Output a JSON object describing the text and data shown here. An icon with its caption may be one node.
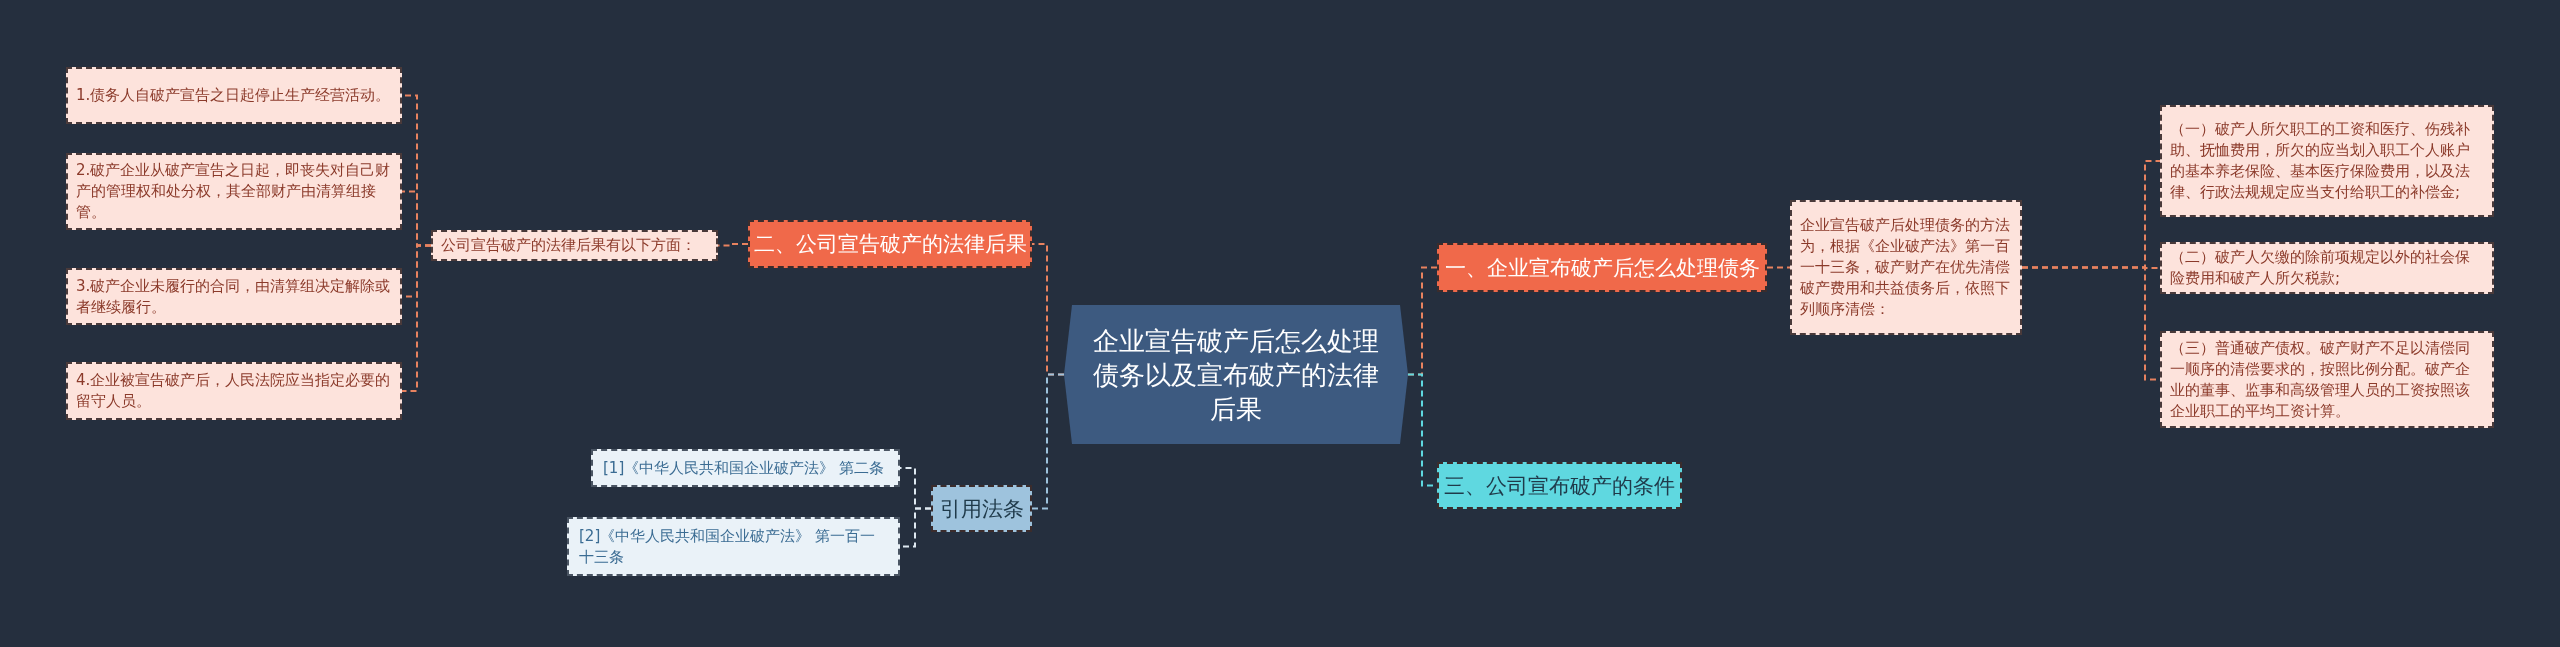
{
  "diagram": {
    "nodes": [
      {
        "text": [
          "企业宣告破产后怎么处理债务以及宣布破产的法律后果"
        ]
      },
      {
        "text": [
          "一、企业宣布破产后怎么处理债务"
        ]
      },
      {
        "text": [
          "企业宣告破产后处理债务的方法为，根据《企业破产法》第一百一十三条，破产财产在优先清偿破产费用和共益债务后，依照下列顺序清偿："
        ]
      },
      {
        "text": [
          "（一）破产人所欠职工的工资和医疗、伤残补助、抚恤费用，所欠的应当划入职工个人账户的基本养老保险、基本医疗保险费用，以及法律、行政法规规定应当支付给职工的补偿金;"
        ]
      },
      {
        "text": [
          "（二）破产人欠缴的除前项规定以外的社会保险费用和破产人所欠税款;"
        ]
      },
      {
        "text": [
          "（三）普通破产债权。破产财产不足以清偿同一顺序的清偿要求的，按照比例分配。破产企业的董事、监事和高级管理人员的工资按照该企业职工的平均工资计算。"
        ]
      },
      {
        "text": [
          "三、公司宣布破产的条件"
        ]
      },
      {
        "text": [
          "二、公司宣告破产的法律后果"
        ]
      },
      {
        "text": [
          "公司宣告破产的法律后果有以下方面："
        ]
      },
      {
        "text": [
          "1.债务人自破产宣告之日起停止生产经营活动。"
        ]
      },
      {
        "text": [
          "2.破产企业从破产宣告之日起，即丧失对自己财产的管理权和处分权，其全部财产由清算组接管。"
        ]
      },
      {
        "text": [
          "3.破产企业未履行的合同，由清算组决定解除或者继续履行。"
        ]
      },
      {
        "text": [
          "4.企业被宣告破产后，人民法院应当指定必要的留守人员。"
        ]
      },
      {
        "text": [
          "引用法条"
        ]
      },
      {
        "text": [
          "[1]《中华人民共和国企业破产法》 第二条"
        ]
      },
      {
        "text": [
          "[2]《中华人民共和国企业破产法》 第一百一十三条"
        ]
      }
    ],
    "edges": [
      {
        "from": 0,
        "to": 1,
        "arrow": "none",
        "style": "dashed"
      },
      {
        "from": 1,
        "to": 2,
        "arrow": "none",
        "style": "dashed"
      },
      {
        "from": 2,
        "to": 3,
        "arrow": "none",
        "style": "dashed"
      },
      {
        "from": 2,
        "to": 4,
        "arrow": "none",
        "style": "dashed"
      },
      {
        "from": 2,
        "to": 5,
        "arrow": "none",
        "style": "dashed"
      },
      {
        "from": 0,
        "to": 6,
        "arrow": "none",
        "style": "dashed",
        "color": "#5fd8e0"
      },
      {
        "from": 0,
        "to": 7,
        "arrow": "none",
        "style": "dashed"
      },
      {
        "from": 7,
        "to": 8,
        "arrow": "none",
        "style": "dashed"
      },
      {
        "from": 8,
        "to": 9,
        "arrow": "none",
        "style": "dashed"
      },
      {
        "from": 8,
        "to": 10,
        "arrow": "none",
        "style": "dashed"
      },
      {
        "from": 8,
        "to": 11,
        "arrow": "none",
        "style": "dashed"
      },
      {
        "from": 8,
        "to": 12,
        "arrow": "none",
        "style": "dashed"
      },
      {
        "from": 0,
        "to": 13,
        "arrow": "none",
        "style": "dashed",
        "color": "#9ec3dd"
      },
      {
        "from": 13,
        "to": 14,
        "arrow": "none",
        "style": "dashed",
        "color": "#dfe9f1"
      },
      {
        "from": 13,
        "to": 15,
        "arrow": "none",
        "style": "dashed",
        "color": "#dfe9f1"
      }
    ]
  }
}
